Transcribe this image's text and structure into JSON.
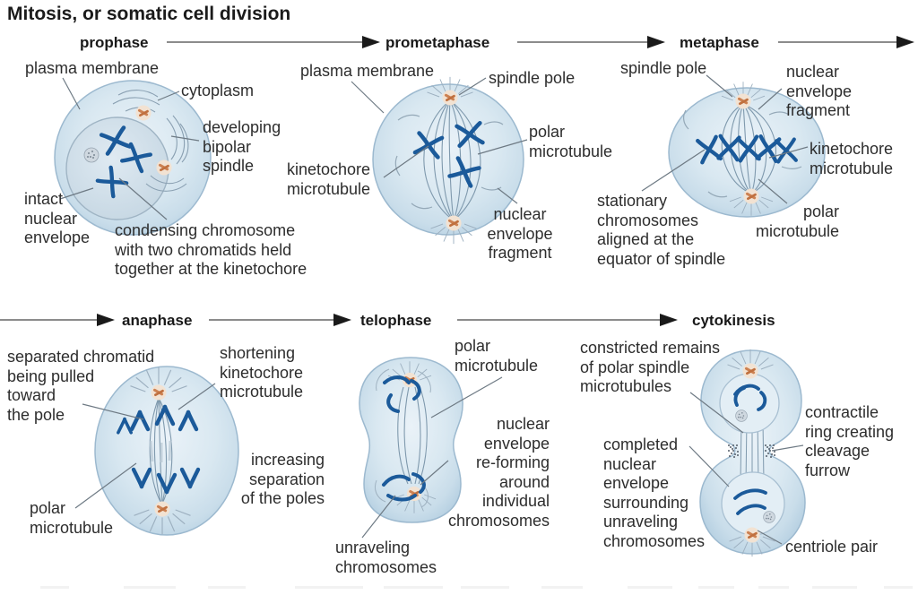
{
  "title": "Mitosis, or somatic cell division",
  "stages": {
    "prophase": {
      "name": "prophase",
      "annotations": {
        "plasma_membrane": "plasma membrane",
        "cytoplasm": "cytoplasm",
        "developing_bipolar_spindle": "developing\nbipolar\nspindle",
        "intact_nuclear_envelope": "intact\nnuclear\nenvelope",
        "condensing_chromosome": "condensing chromosome\nwith two chromatids held\ntogether at the kinetochore"
      }
    },
    "prometaphase": {
      "name": "prometaphase",
      "annotations": {
        "plasma_membrane": "plasma membrane",
        "spindle_pole": "spindle pole",
        "polar_microtubule": "polar\nmicrotubule",
        "kinetochore_microtubule": "kinetochore\nmicrotubule",
        "nuclear_envelope_fragment": "nuclear\nenvelope\nfragment"
      }
    },
    "metaphase": {
      "name": "metaphase",
      "annotations": {
        "spindle_pole": "spindle pole",
        "nuclear_envelope_fragment": "nuclear\nenvelope\nfragment",
        "kinetochore_microtubule": "kinetochore\nmicrotubule",
        "polar_microtubule": "polar\nmicrotubule",
        "stationary_chromosomes": "stationary\nchromosomes\naligned at the\nequator of spindle"
      }
    },
    "anaphase": {
      "name": "anaphase",
      "annotations": {
        "separated_chromatid": "separated chromatid\nbeing pulled\ntoward\nthe pole",
        "shortening_kinetochore_microtubule": "shortening\nkinetochore\nmicrotubule",
        "polar_microtubule": "polar\nmicrotubule",
        "increasing_separation": "increasing\nseparation\nof the poles"
      }
    },
    "telophase": {
      "name": "telophase",
      "annotations": {
        "polar_microtubule": "polar\nmicrotubule",
        "nuclear_envelope_reforming": "nuclear\nenvelope\nre-forming\naround\nindividual\nchromosomes",
        "unraveling_chromosomes": "unraveling\nchromosomes"
      }
    },
    "cytokinesis": {
      "name": "cytokinesis",
      "annotations": {
        "constricted_remains": "constricted remains\nof polar spindle\nmicrotubules",
        "contractile_ring": "contractile\nring creating\ncleavage\nfurrow",
        "completed_nuclear_envelope": "completed\nnuclear\nenvelope\nsurrounding\nunraveling\nchromosomes",
        "centriole_pair": "centriole pair"
      }
    }
  },
  "colors": {
    "cell_fill": "#d3e3ee",
    "cell_stroke": "#9cb9cf",
    "chromosome": "#1b5a9a",
    "centrosome": "#cc8152",
    "spindle_fiber": "#7f99ad",
    "leader_line": "#6e7a84",
    "label_text": "#2d2d2d",
    "arrow": "#1a1a1a"
  }
}
